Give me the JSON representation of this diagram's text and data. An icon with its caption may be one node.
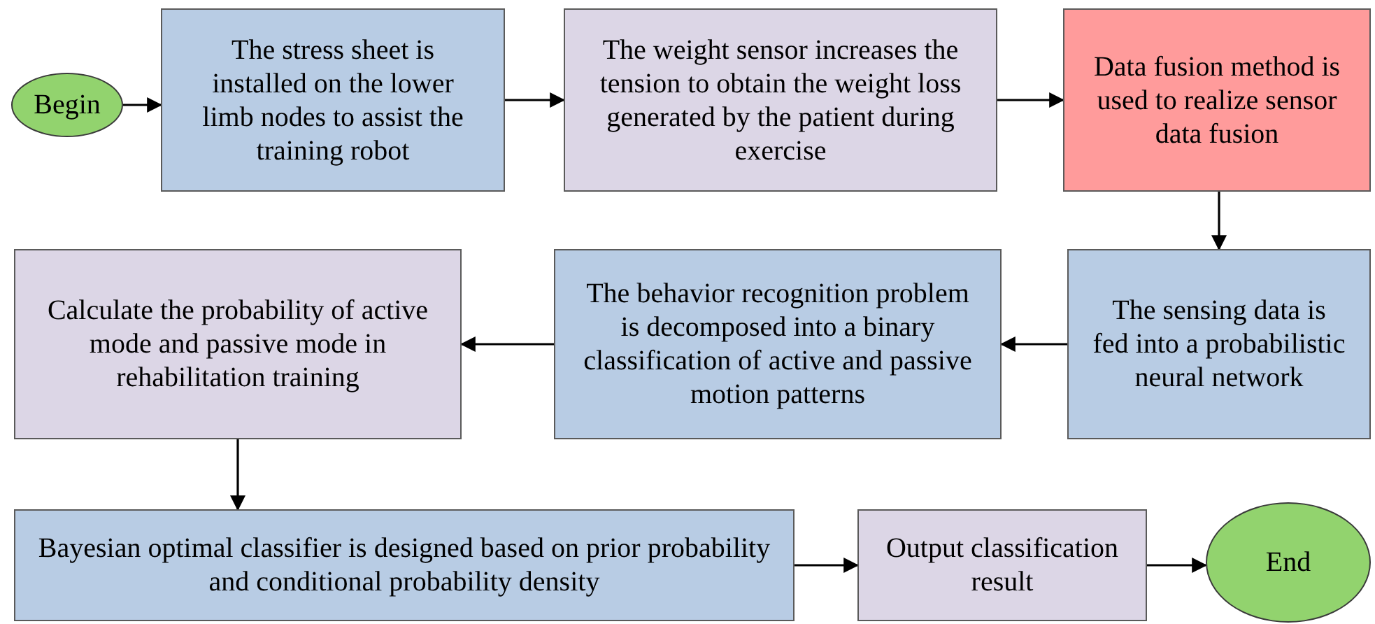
{
  "diagram": {
    "nodes": [
      {
        "text": [
          "Begin"
        ]
      },
      {
        "text": [
          "The stress sheet is installed on the lower limb nodes to assist the training robot"
        ]
      },
      {
        "text": [
          "The weight sensor increases the tension to obtain the weight loss generated by the patient during exercise"
        ]
      },
      {
        "text": [
          "Data fusion method is used to realize sensor data fusion"
        ]
      },
      {
        "text": [
          "The sensing data is fed into a probabilistic neural network"
        ]
      },
      {
        "text": [
          "The behavior recognition problem is decomposed into a binary classification of active and passive motion patterns"
        ]
      },
      {
        "text": [
          "Calculate the probability of active mode and passive mode in rehabilitation training"
        ]
      },
      {
        "text": [
          "Bayesian optimal classifier is designed based on prior probability and conditional probability density"
        ]
      },
      {
        "text": [
          "Output classification result"
        ]
      },
      {
        "text": [
          "End"
        ]
      }
    ],
    "edges": [
      {
        "from": 0,
        "to": 1,
        "arrow": "to"
      },
      {
        "from": 1,
        "to": 2,
        "arrow": "to"
      },
      {
        "from": 2,
        "to": 3,
        "arrow": "to"
      },
      {
        "from": 3,
        "to": 4,
        "arrow": "to"
      },
      {
        "from": 4,
        "to": 5,
        "arrow": "to"
      },
      {
        "from": 5,
        "to": 6,
        "arrow": "to"
      },
      {
        "from": 6,
        "to": 7,
        "arrow": "to"
      },
      {
        "from": 7,
        "to": 8,
        "arrow": "to"
      },
      {
        "from": 8,
        "to": 9,
        "arrow": "to"
      }
    ]
  }
}
